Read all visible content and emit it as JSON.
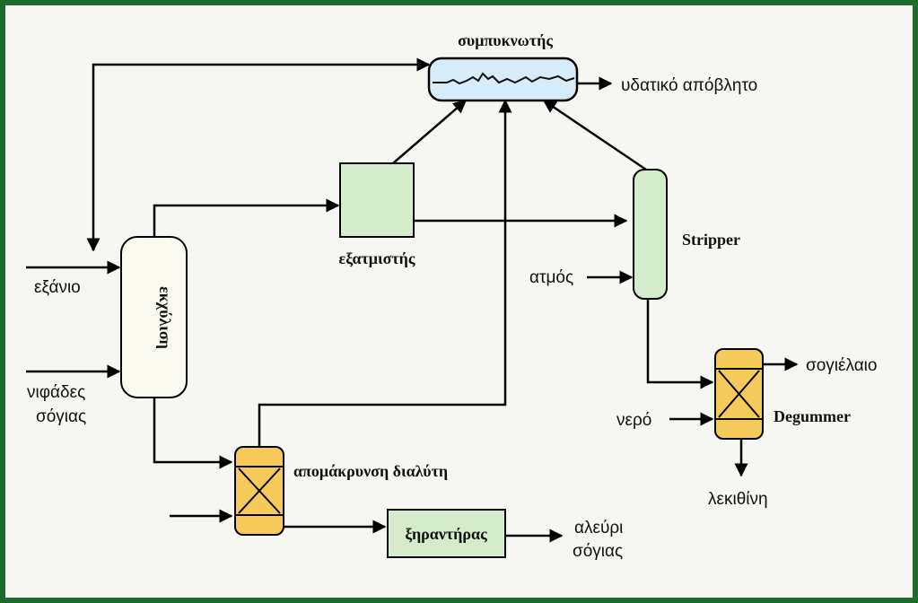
{
  "colors": {
    "frame": "#1e6b2c",
    "background": "#f6f6f2",
    "green_unit": "#d4eccb",
    "yellow_unit": "#f5c95a",
    "extractor": "#fafaf0",
    "condenser": "#d6ecf8"
  },
  "units": {
    "condenser": "συμπυκνωτής",
    "evaporator": "εξατμιστής",
    "stripper": "Stripper",
    "extraction": "εκχύλιση",
    "solvent_removal": "απομάκρυνση διαλύτη",
    "dryer": "ξηραντήρας",
    "degummer": "Degummer"
  },
  "streams": {
    "waste_water": "υδατικό απόβλητο",
    "hexane": "εξάνιο",
    "flakes_line1": "νιφάδες",
    "flakes_line2": "σόγιας",
    "steam": "ατμός",
    "soy_oil": "σογιέλαιο",
    "water": "νερό",
    "lecithin": "λεκιθίνη",
    "meal_line1": "αλεύρι",
    "meal_line2": "σόγιας"
  }
}
